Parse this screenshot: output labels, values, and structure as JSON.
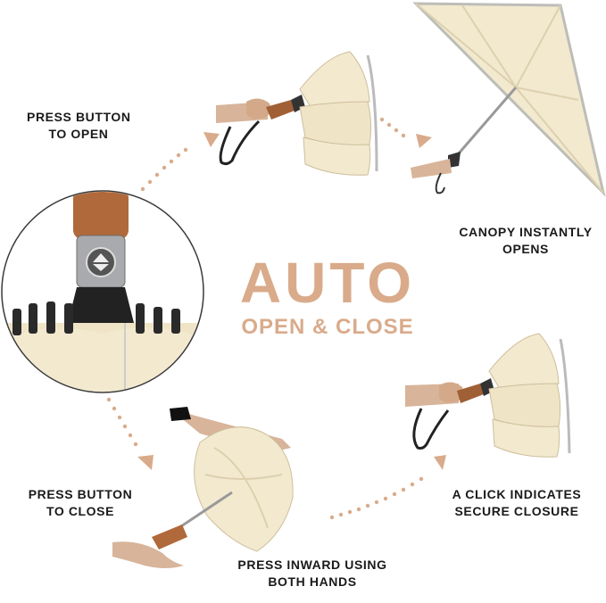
{
  "headline": {
    "title": "AUTO",
    "subtitle": "OPEN & CLOSE"
  },
  "steps": {
    "press_open": {
      "line1": "PRESS BUTTON",
      "line2": "TO OPEN"
    },
    "canopy_opens": {
      "line1": "CANOPY INSTANTLY",
      "line2": "OPENS"
    },
    "press_close": {
      "line1": "PRESS BUTTON",
      "line2": "TO CLOSE"
    },
    "click_secure": {
      "line1": "A CLICK INDICATES",
      "line2": "SECURE CLOSURE"
    },
    "press_inward": {
      "line1": "PRESS INWARD USING",
      "line2": "BOTH HANDS"
    }
  },
  "colors": {
    "accent": "#d9ab8b",
    "canopy": "#f2e9cf",
    "canopy_shadow": "#ddd0ae",
    "handle_wood": "#b0693a",
    "text": "#1a1a1a"
  }
}
